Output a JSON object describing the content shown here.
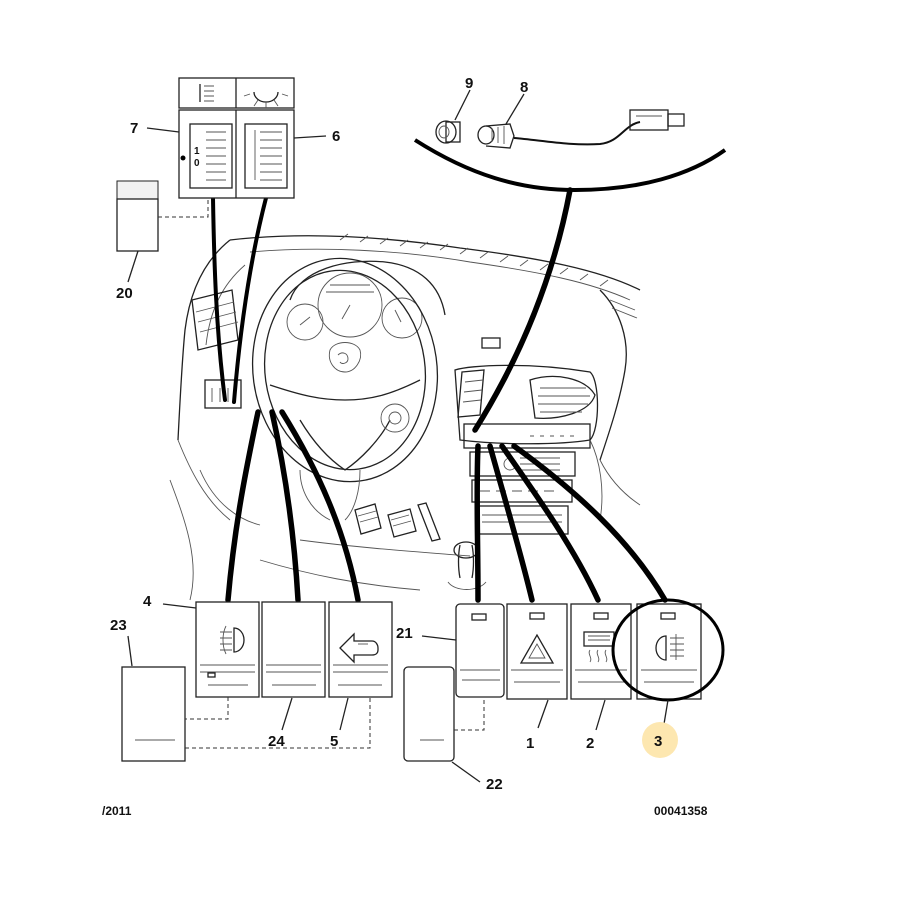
{
  "diagram": {
    "callouts": {
      "c1": "1",
      "c2": "2",
      "c3": "3",
      "c4": "4",
      "c5": "5",
      "c6": "6",
      "c7": "7",
      "c8": "8",
      "c9": "9",
      "c20": "20",
      "c21": "21",
      "c22": "22",
      "c23": "23",
      "c24": "24"
    },
    "selected_callout": "3",
    "switch_panel_digits": {
      "one": "1",
      "zero": "0"
    },
    "footer": {
      "left": "/2011",
      "right": "00041358"
    },
    "colors": {
      "highlight": "#fde7b0",
      "lines": "#000000"
    }
  }
}
